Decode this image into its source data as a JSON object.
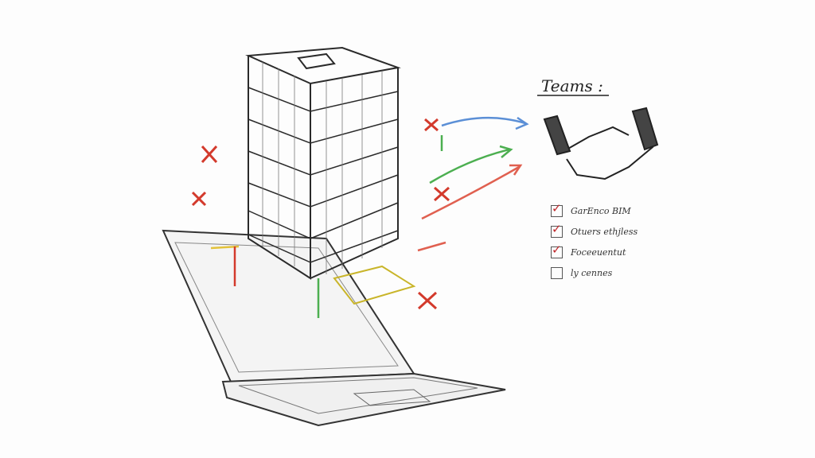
{
  "illustration": {
    "subject": "sketch of a wireframe building rising from a laptop screen with colored arrows and red X marks, handshake and team checklist",
    "teams_heading": "Teams :",
    "checklist": [
      {
        "label": "GarEnco BIM",
        "checked": true
      },
      {
        "label": "Otuers ethjless",
        "checked": true
      },
      {
        "label": "Foceeuentut",
        "checked": true
      },
      {
        "label": "ly cennes",
        "checked": false
      }
    ],
    "colors": {
      "line": "#2a2a2a",
      "red": "#d33a2c",
      "green": "#4caf50",
      "blue": "#5b8fd6",
      "yellow": "#e3c23a",
      "orange": "#f0a030"
    }
  }
}
